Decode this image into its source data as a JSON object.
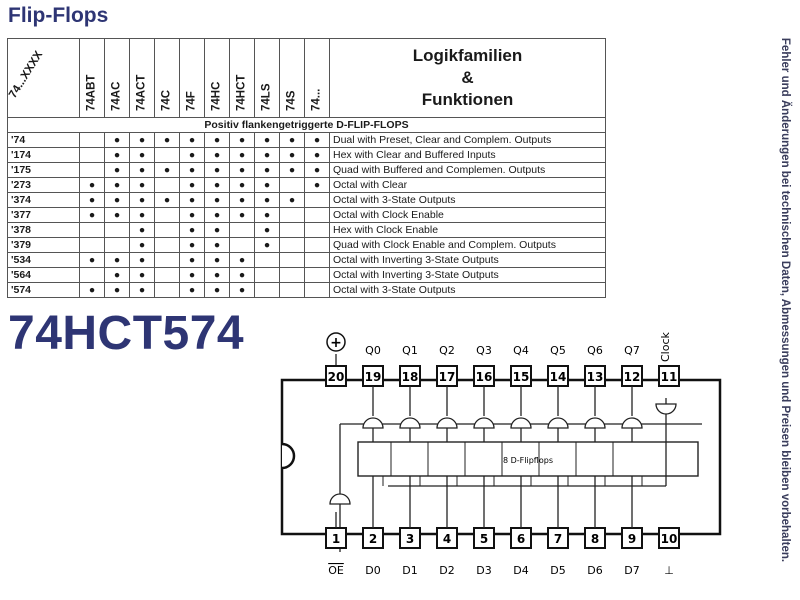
{
  "title": "Flip-Flops",
  "part_number": "74HCT574",
  "side_note": "Fehler und Änderungen bei technischen Daten, Abmessungen und Preisen bleiben vorbehalten.",
  "table": {
    "corner_label": "74...XXXX",
    "families": [
      "74ABT",
      "74AC",
      "74ACT",
      "74C",
      "74F",
      "74HC",
      "74HCT",
      "74LS",
      "74S",
      "74..."
    ],
    "header_lines": [
      "Logikfamilien",
      "&",
      "Funktionen"
    ],
    "section_title": "Positiv flankengetriggerte D-FLIP-FLOPS",
    "dot_symbol": "●",
    "rows": [
      {
        "type": "'74",
        "dots": [
          0,
          1,
          1,
          1,
          1,
          1,
          1,
          1,
          1,
          1
        ],
        "function": "Dual with Preset, Clear and Complem. Outputs"
      },
      {
        "type": "'174",
        "dots": [
          0,
          1,
          1,
          0,
          1,
          1,
          1,
          1,
          1,
          1
        ],
        "function": "Hex with Clear and Buffered Inputs"
      },
      {
        "type": "'175",
        "dots": [
          0,
          1,
          1,
          1,
          1,
          1,
          1,
          1,
          1,
          1
        ],
        "function": "Quad with Buffered and Complemen. Outputs"
      },
      {
        "type": "'273",
        "dots": [
          1,
          1,
          1,
          0,
          1,
          1,
          1,
          1,
          0,
          1
        ],
        "function": "Octal with Clear"
      },
      {
        "type": "'374",
        "dots": [
          1,
          1,
          1,
          1,
          1,
          1,
          1,
          1,
          1,
          0
        ],
        "function": "Octal with 3-State Outputs"
      },
      {
        "type": "'377",
        "dots": [
          1,
          1,
          1,
          0,
          1,
          1,
          1,
          1,
          0,
          0
        ],
        "function": "Octal with Clock Enable"
      },
      {
        "type": "'378",
        "dots": [
          0,
          0,
          1,
          0,
          1,
          1,
          0,
          1,
          0,
          0
        ],
        "function": "Hex with Clock Enable"
      },
      {
        "type": "'379",
        "dots": [
          0,
          0,
          1,
          0,
          1,
          1,
          0,
          1,
          0,
          0
        ],
        "function": "Quad with Clock Enable and Complem. Outputs"
      },
      {
        "type": "'534",
        "dots": [
          1,
          1,
          1,
          0,
          1,
          1,
          1,
          0,
          0,
          0
        ],
        "function": "Octal with Inverting 3-State Outputs"
      },
      {
        "type": "'564",
        "dots": [
          0,
          1,
          1,
          0,
          1,
          1,
          1,
          0,
          0,
          0
        ],
        "function": "Octal with Inverting 3-State Outputs"
      },
      {
        "type": "'574",
        "dots": [
          1,
          1,
          1,
          0,
          1,
          1,
          1,
          0,
          0,
          0
        ],
        "function": "Octal with 3-State Outputs"
      }
    ]
  },
  "pinout": {
    "top_pins": [
      "20",
      "19",
      "18",
      "17",
      "16",
      "15",
      "14",
      "13",
      "12",
      "11"
    ],
    "top_labels": [
      "",
      "Q0",
      "Q1",
      "Q2",
      "Q3",
      "Q4",
      "Q5",
      "Q6",
      "Q7",
      "Clock"
    ],
    "bottom_pins": [
      "1",
      "2",
      "3",
      "4",
      "5",
      "6",
      "7",
      "8",
      "9",
      "10"
    ],
    "bottom_labels": [
      "OE",
      "D0",
      "D1",
      "D2",
      "D3",
      "D4",
      "D5",
      "D6",
      "D7",
      "⊥"
    ],
    "vcc_symbol": "+",
    "ff_label": "8 D-Flipflops"
  }
}
